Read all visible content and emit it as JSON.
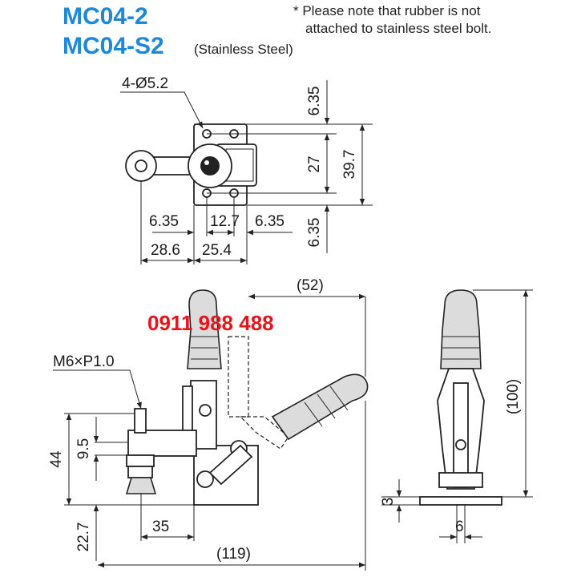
{
  "header": {
    "model_1": "MC04-2",
    "model_2": "MC04-S2",
    "material_note": "(Stainless Steel)",
    "note_line_1": "* Please note that rubber is not",
    "note_line_2": "attached to stainless steel bolt."
  },
  "phone": "0911 988 488",
  "top_view": {
    "hole_spec": "4-Ø5.2",
    "dims": {
      "top_edge": "6.35",
      "hole_pitch_v": "27",
      "base_height": "39.7",
      "bottom_edge": "6.35",
      "left_edge": "6.35",
      "hole_pitch_h": "12.7",
      "right_edge": "6.35",
      "handle_offset": "28.6",
      "base_width": "25.4"
    }
  },
  "side_view": {
    "thread_spec": "M6×P1.0",
    "dims": {
      "handle_reach": "(52)",
      "stroke": "9.5",
      "height": "44",
      "spindle_offset": "35",
      "spindle_height": "22.7",
      "overall_length": "(119)"
    }
  },
  "front_view": {
    "dims": {
      "overall_height": "(100)",
      "base_thickness": "3",
      "width": "6"
    }
  },
  "colors": {
    "model_blue": "#1e88d8",
    "phone_red": "#e8141b",
    "line": "#222222"
  }
}
